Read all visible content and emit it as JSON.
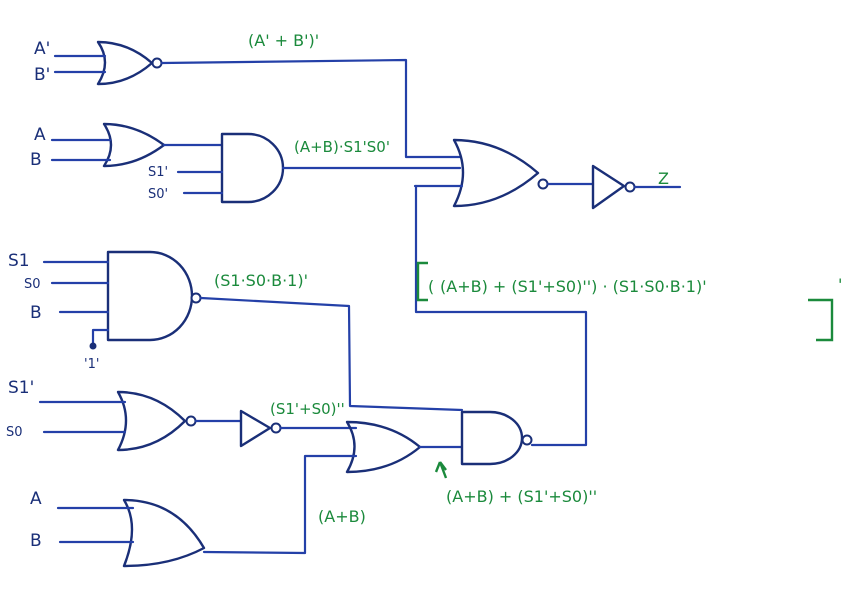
{
  "inputs": {
    "g1": [
      "A'",
      "B'"
    ],
    "g2": [
      "A",
      "B"
    ],
    "g3_extra": [
      "S1'",
      "S0'"
    ],
    "g4": [
      "S1",
      "S0",
      "B",
      "'1'"
    ],
    "g5": [
      "S1'",
      "S0"
    ],
    "g6": [
      "A",
      "B"
    ]
  },
  "output_label": "Z",
  "expressions": {
    "nor_top": "(A' + B')'",
    "and_mid": "(A+B)·S1'S0'",
    "nand_top": "(S1·S0·B·1)'",
    "inverter_out": "(S1'+S0)''",
    "or_bottom": "(A+B)",
    "or_mid": "(A+B) + (S1'+S0)''",
    "final_main": "(A+B) + (S1'+S0)'')  ·  (S1·S0·B·1)'",
    "final_prime": "'"
  },
  "colors": {
    "gate": "#1a2f78",
    "wire": "#2440a8",
    "annotation": "#1b8a3c"
  }
}
